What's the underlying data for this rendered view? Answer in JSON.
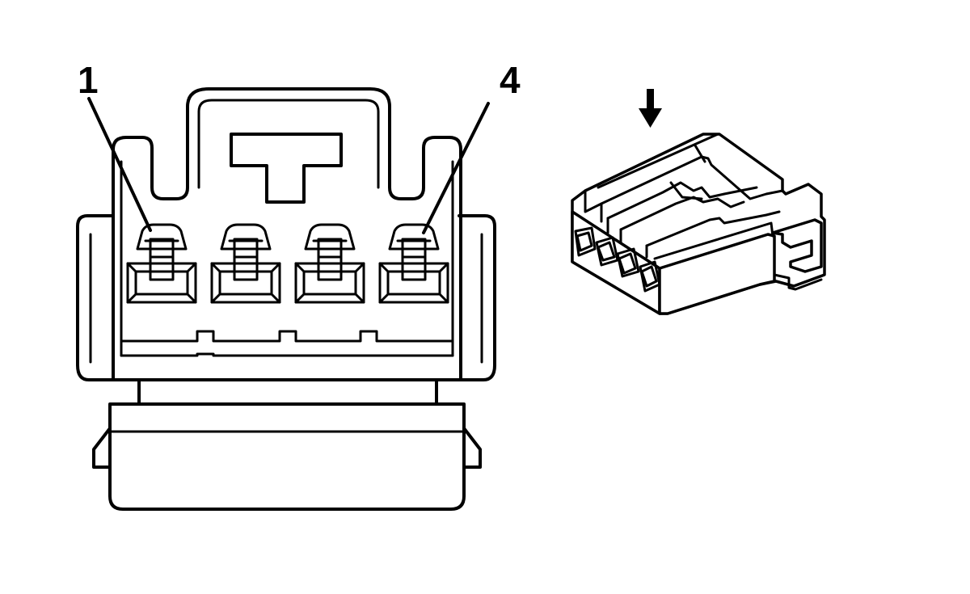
{
  "diagram": {
    "pin_labels": [
      "1",
      "4"
    ],
    "terminal_count": 4,
    "colors": {
      "line": "#000000",
      "background": "#ffffff"
    },
    "icons": [
      "insertion-arrow-icon"
    ]
  }
}
